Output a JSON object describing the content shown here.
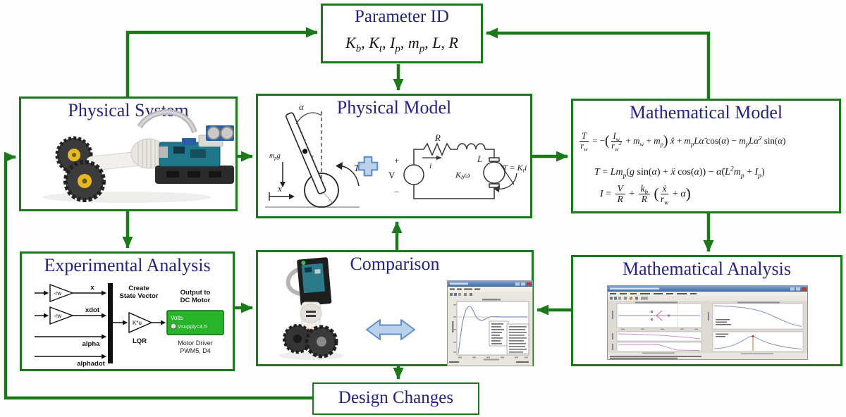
{
  "colors": {
    "box_border_green": "#1a7a1a",
    "title_navy": "#22228e",
    "equation_ink": "#141414",
    "plus_arrow_fill": "#b9d1ea",
    "plus_arrow_stroke": "#6090c8",
    "simulink_block_green": "#28b428",
    "matlab_titlebar_blue": "#46699f",
    "curve_blue": "#8090cc",
    "curve_pink": "#cc88bb"
  },
  "boxes": {
    "parameter_id": {
      "title": "Parameter ID",
      "formula": [
        "K",
        {
          "sub": "b"
        },
        {
          "r": ", "
        },
        "K",
        {
          "sub": "t"
        },
        {
          "r": ", "
        },
        "I",
        {
          "sub": "p"
        },
        {
          "r": ", "
        },
        "m",
        {
          "sub": "p"
        },
        {
          "r": ", "
        },
        "L",
        {
          "r": ", "
        },
        "R"
      ]
    },
    "physical_system": {
      "title": "Physical System"
    },
    "physical_model": {
      "title": "Physical Model",
      "pendulum": {
        "alpha": "α",
        "mass": "m",
        "mass_sub": "p",
        "g": "g",
        "l": "l",
        "torque": "T",
        "x": "x",
        "r": "r",
        "r_sub": "w"
      },
      "circuit": {
        "v": "V",
        "plus": "+",
        "minus": "−",
        "r": "R",
        "i": "i",
        "l": "L",
        "kb": "K",
        "kb_sub": "b",
        "omega": "ω",
        "torque_1": "T = K",
        "torque_sub": "t",
        "torque_i": "i"
      }
    },
    "mathematical_model": {
      "title": "Mathematical Model",
      "eq1": [
        {
          "frac": [
            [
              "T"
            ],
            [
              "r",
              {
                "sub": "w"
              }
            ]
          ]
        },
        {
          "r": " = −"
        },
        {
          "p": "("
        },
        {
          "frac": [
            [
              "I",
              {
                "sub": "w"
              }
            ],
            [
              "r",
              {
                "sub": "w"
              },
              {
                "sup": "2"
              }
            ]
          ]
        },
        {
          "r": " + "
        },
        "m",
        {
          "sub": "w"
        },
        {
          "r": " + "
        },
        "m",
        {
          "sub": "p"
        },
        {
          "p": ")"
        },
        " ẍ",
        {
          "r": " + "
        },
        "m",
        {
          "sub": "p"
        },
        "Lα̈",
        {
          "r": " cos("
        },
        "α",
        {
          "r": ") − "
        },
        "m",
        {
          "sub": "p"
        },
        "Lα̇",
        {
          "sup": "2"
        },
        {
          "r": " sin("
        },
        "α",
        {
          "r": ")"
        }
      ],
      "eq2": [
        "T",
        {
          "r": " = "
        },
        "Lm",
        {
          "sub": "p"
        },
        {
          "r": "("
        },
        "g",
        {
          "r": " sin("
        },
        "α",
        {
          "r": ") + "
        },
        "ẍ",
        {
          "r": " cos("
        },
        "α",
        {
          "r": ")) − "
        },
        "α̈",
        {
          "r": "("
        },
        "L",
        {
          "sup": "2"
        },
        "m",
        {
          "sub": "p"
        },
        {
          "r": " + "
        },
        "I",
        {
          "sub": "p"
        },
        {
          "r": ")"
        }
      ],
      "eq3": [
        "I",
        {
          "r": " = "
        },
        {
          "frac": [
            [
              "V"
            ],
            [
              "R"
            ]
          ]
        },
        {
          "r": " + "
        },
        {
          "frac": [
            [
              "k",
              {
                "sub": "b"
              }
            ],
            [
              "R"
            ]
          ]
        },
        {
          "r": " "
        },
        {
          "p": "("
        },
        {
          "frac": [
            [
              "ẋ"
            ],
            [
              "r",
              {
                "sub": "w"
              }
            ]
          ]
        },
        {
          "r": " + "
        },
        "α̇",
        {
          "p": ")"
        }
      ]
    },
    "experimental_analysis": {
      "title": "Experimental Analysis",
      "gain1": "-rw",
      "gain2": "-rw",
      "sig_x": "x",
      "sig_xdot": "xdot",
      "sig_alpha": "alpha",
      "sig_alphadot": "alphadot",
      "mux_label_1": "Create",
      "mux_label_2": "State Vector",
      "lqr_gain": "K*u",
      "lqr_label": "LQR",
      "output_label_1": "Output to",
      "output_label_2": "DC Motor",
      "block_volts": "Volts",
      "block_vsupply": "Vsupply=4.5",
      "driver_label_1": "Motor Driver",
      "driver_label_2": "PWM5, D4"
    },
    "comparison": {
      "title": "Comparison"
    },
    "mathematical_analysis": {
      "title": "Mathematical Analysis"
    },
    "design_changes": {
      "title": "Design Changes"
    }
  }
}
